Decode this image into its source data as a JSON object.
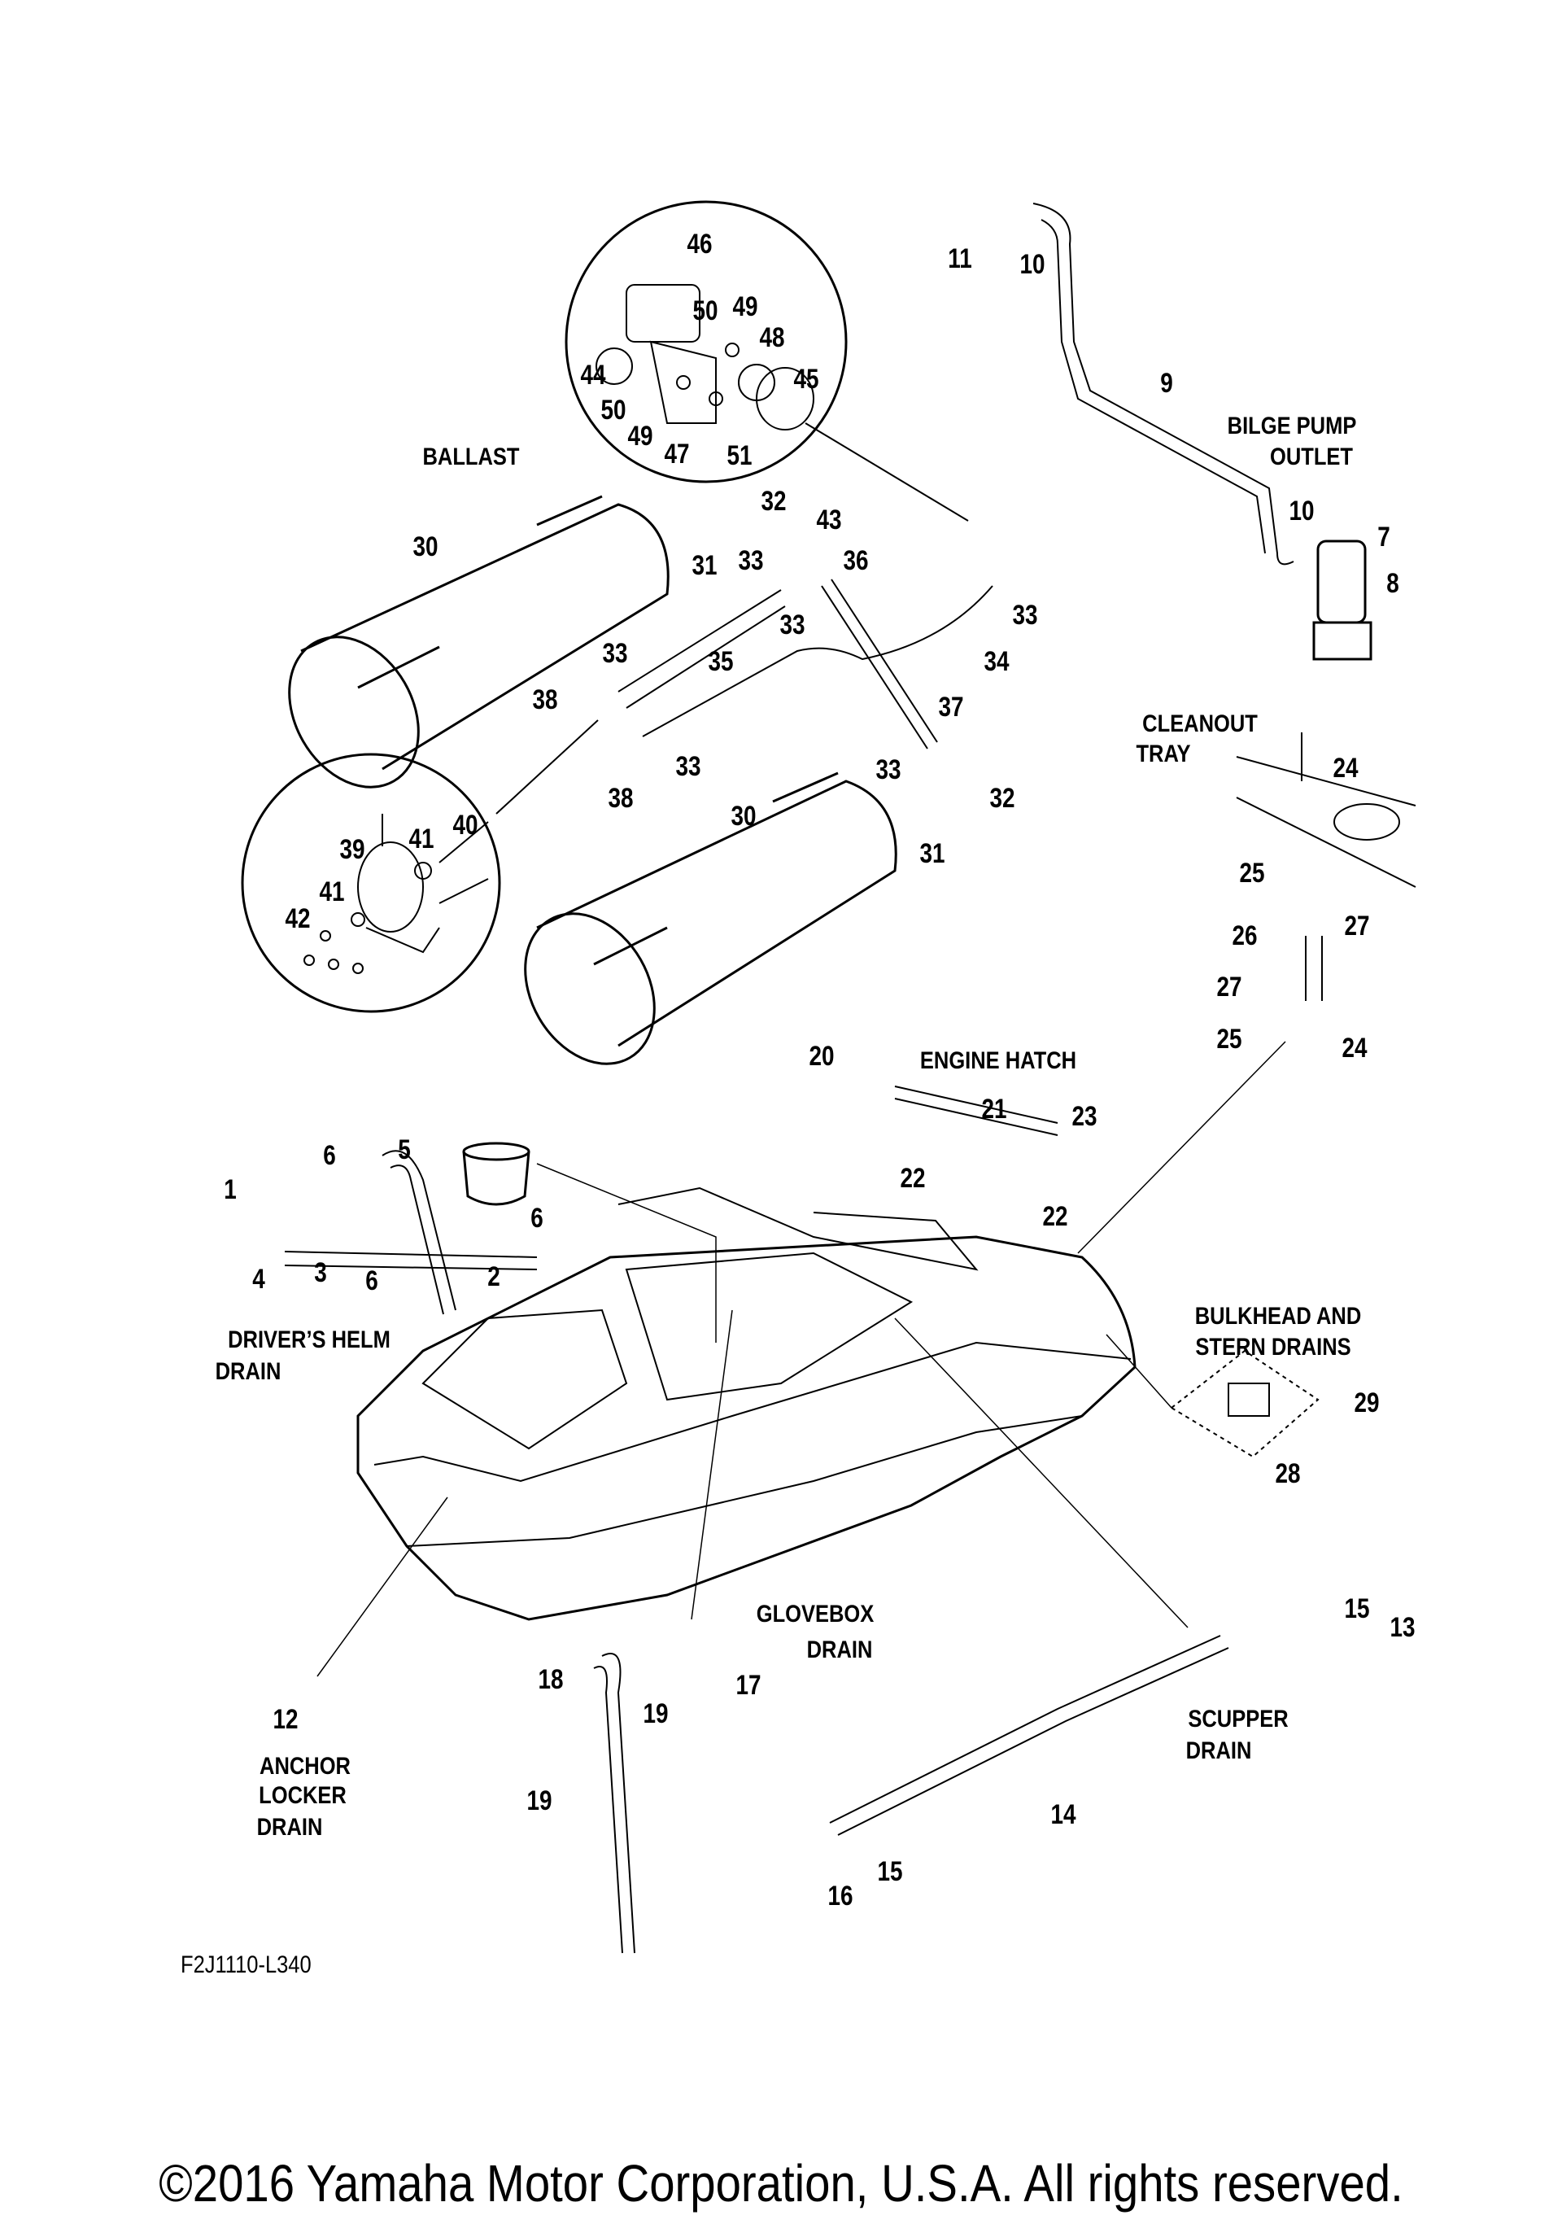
{
  "sections": {
    "ballast": "BALLAST",
    "bilge_pump_outlet": [
      "BILGE PUMP",
      "OUTLET"
    ],
    "cleanout_tray": [
      "CLEANOUT",
      "TRAY"
    ],
    "engine_hatch": "ENGINE HATCH",
    "drivers_helm_drain": [
      "DRIVER’S HELM",
      "DRAIN"
    ],
    "bulkhead_and_stern_drains": [
      "BULKHEAD AND",
      "STERN DRAINS"
    ],
    "glovebox_drain": [
      "GLOVEBOX",
      "DRAIN"
    ],
    "scupper_drain": [
      "SCUPPER",
      "DRAIN"
    ],
    "anchor_locker_drain": [
      "ANCHOR",
      "LOCKER",
      "DRAIN"
    ]
  },
  "callouts": [
    "11",
    "10",
    "46",
    "50",
    "49",
    "48",
    "44",
    "45",
    "50",
    "49",
    "47",
    "51",
    "9",
    "32",
    "43",
    "30",
    "31",
    "33",
    "36",
    "10",
    "7",
    "8",
    "33",
    "33",
    "33",
    "35",
    "34",
    "38",
    "37",
    "24",
    "33",
    "33",
    "38",
    "32",
    "30",
    "40",
    "41",
    "39",
    "31",
    "25",
    "41",
    "42",
    "27",
    "26",
    "27",
    "25",
    "24",
    "20",
    "21",
    "23",
    "1",
    "6",
    "5",
    "6",
    "22",
    "22",
    "4",
    "3",
    "6",
    "2",
    "29",
    "28",
    "15",
    "13",
    "18",
    "17",
    "12",
    "19",
    "19",
    "14",
    "15",
    "16"
  ],
  "diagram_code": "F2J1110-L340",
  "copyright": "©2016 Yamaha Motor Corporation, U.S.A. All rights reserved."
}
